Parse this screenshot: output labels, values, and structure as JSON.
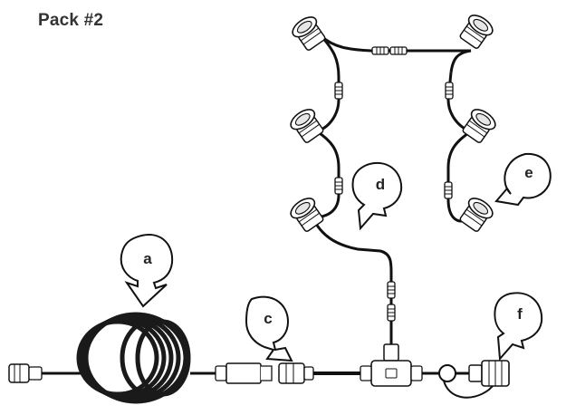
{
  "title": "Pack #2",
  "callouts": [
    {
      "id": "a",
      "label": "a"
    },
    {
      "id": "c",
      "label": "c"
    },
    {
      "id": "d",
      "label": "d"
    },
    {
      "id": "e",
      "label": "e"
    },
    {
      "id": "f",
      "label": "f"
    }
  ],
  "colors": {
    "cable": "#1a1a1a",
    "outline": "#111111",
    "fill": "#ffffff",
    "connector_shade": "#cfcfcf"
  }
}
